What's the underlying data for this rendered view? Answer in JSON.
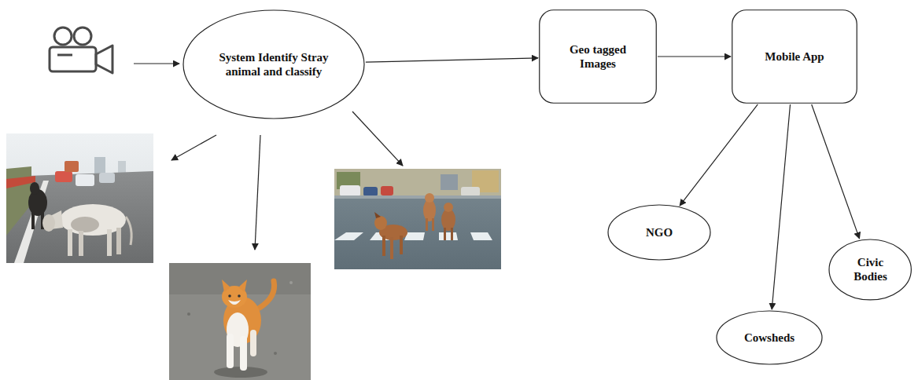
{
  "diagram": {
    "nodes": [
      {
        "text": [
          "System Identify Stray animal and classify"
        ]
      },
      {
        "text": [
          "Geo tagged Images"
        ]
      },
      {
        "text": [
          "Mobile App"
        ]
      },
      {
        "text": [
          "NGO"
        ]
      },
      {
        "text": [
          "Civic Bodies"
        ]
      },
      {
        "text": [
          "Cowsheds"
        ]
      }
    ],
    "edges": [
      {
        "from": 0,
        "to": 1,
        "arrow": "to"
      },
      {
        "from": 1,
        "to": 2,
        "arrow": "to"
      },
      {
        "from": 2,
        "to": 3,
        "arrow": "to"
      },
      {
        "from": 2,
        "to": 4,
        "arrow": "to"
      },
      {
        "from": 2,
        "to": 5,
        "arrow": "to"
      }
    ]
  }
}
